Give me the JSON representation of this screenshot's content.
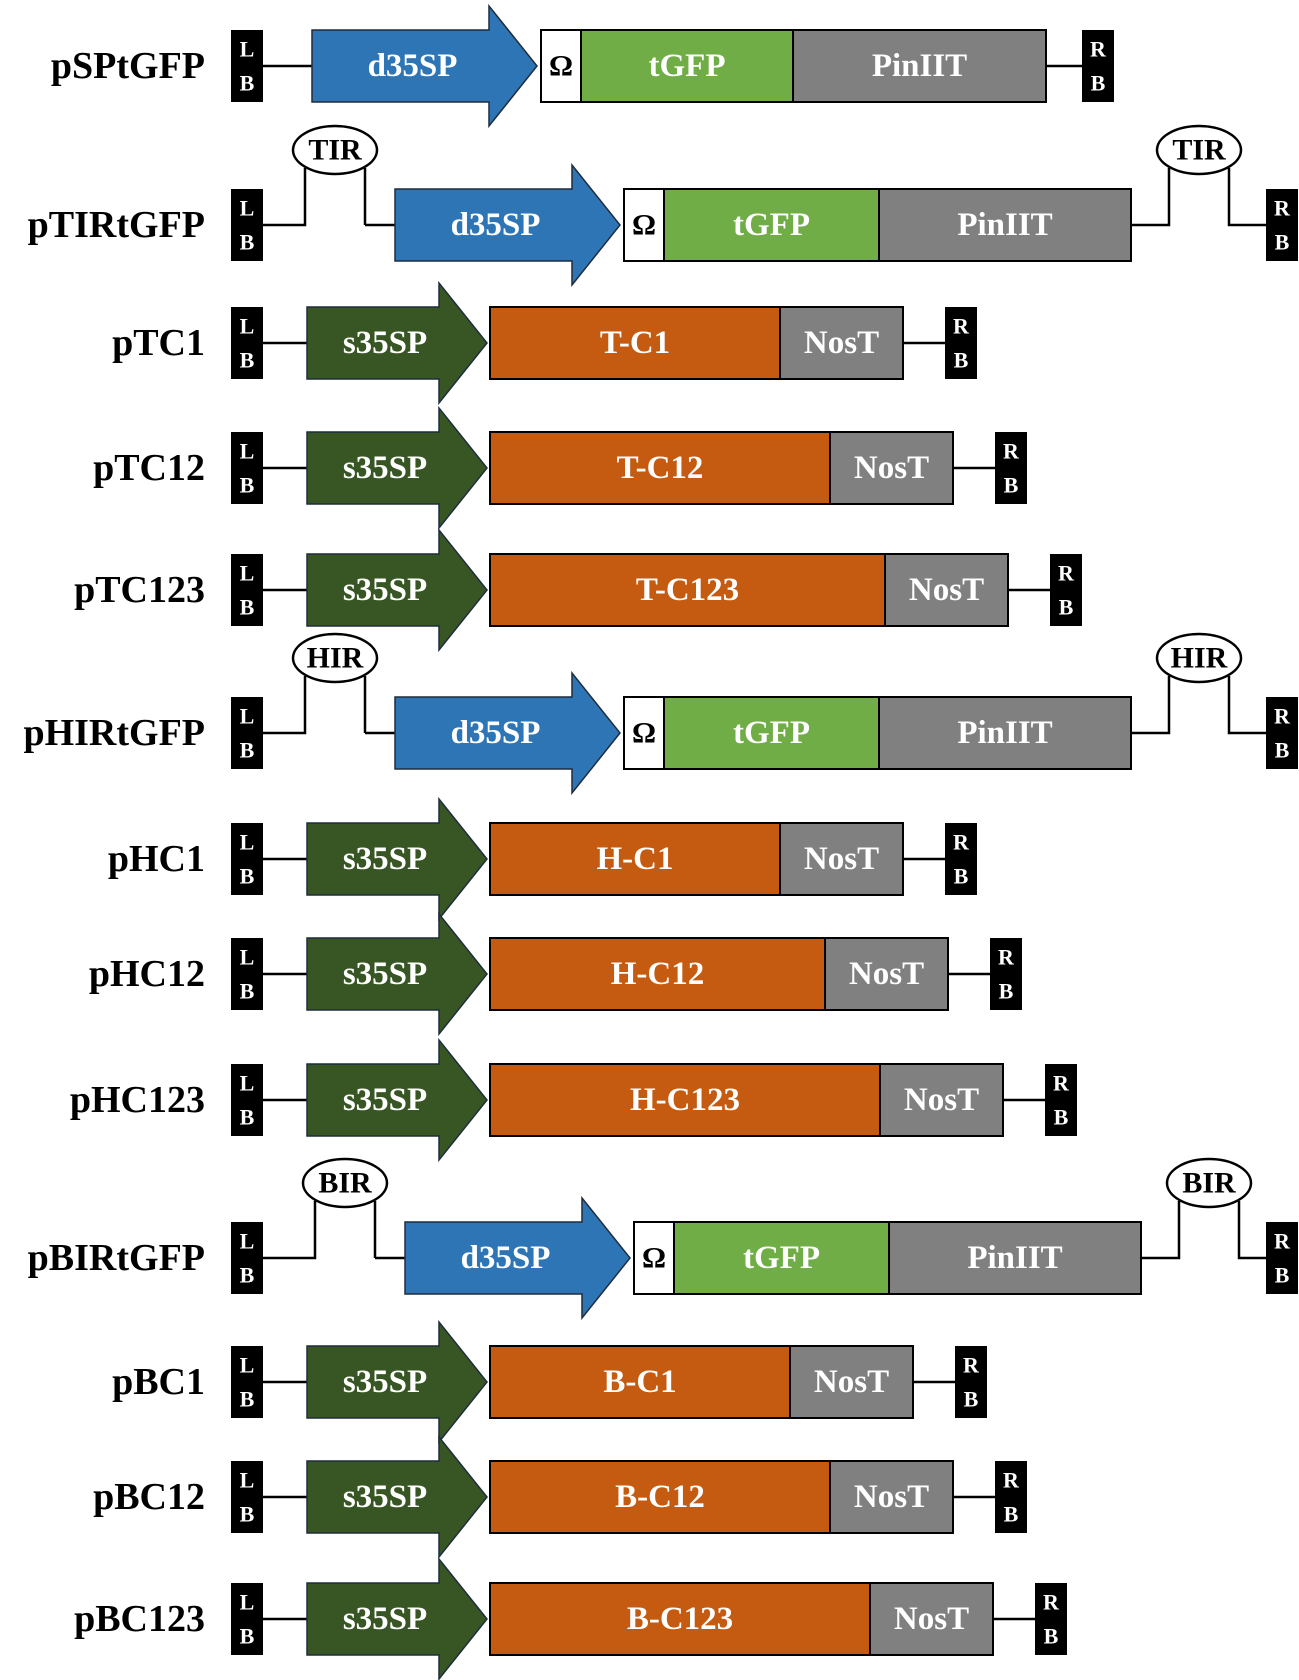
{
  "colors": {
    "d35SP": "#2e75b6",
    "s35SP": "#375623",
    "tGFP": "#70ad47",
    "coding": "#c55a11",
    "terminator": "#808080",
    "omega": "#ffffff",
    "border": "#000000",
    "label_light": "#ffffff",
    "label_dark": "#000000"
  },
  "constructs": [
    {
      "name": "pSPtGFP",
      "border_left": "L B",
      "border_right": "R B",
      "promoter": "d35SP",
      "omega": "Ω",
      "gene": "tGFP",
      "terminator": "PinIIT"
    },
    {
      "name": "pTIRtGFP",
      "border_left": "L B",
      "border_right": "R B",
      "insulator": "TIR",
      "promoter": "d35SP",
      "omega": "Ω",
      "gene": "tGFP",
      "terminator": "PinIIT"
    },
    {
      "name": "pTC1",
      "border_left": "L B",
      "border_right": "R B",
      "promoter": "s35SP",
      "gene": "T-C1",
      "terminator": "NosT"
    },
    {
      "name": "pTC12",
      "border_left": "L B",
      "border_right": "R B",
      "promoter": "s35SP",
      "gene": "T-C12",
      "terminator": "NosT"
    },
    {
      "name": "pTC123",
      "border_left": "L B",
      "border_right": "R B",
      "promoter": "s35SP",
      "gene": "T-C123",
      "terminator": "NosT"
    },
    {
      "name": "pHIRtGFP",
      "border_left": "L B",
      "border_right": "R B",
      "insulator": "HIR",
      "promoter": "d35SP",
      "omega": "Ω",
      "gene": "tGFP",
      "terminator": "PinIIT"
    },
    {
      "name": "pHC1",
      "border_left": "L B",
      "border_right": "R B",
      "promoter": "s35SP",
      "gene": "H-C1",
      "terminator": "NosT"
    },
    {
      "name": "pHC12",
      "border_left": "L B",
      "border_right": "R B",
      "promoter": "s35SP",
      "gene": "H-C12",
      "terminator": "NosT"
    },
    {
      "name": "pHC123",
      "border_left": "L B",
      "border_right": "R B",
      "promoter": "s35SP",
      "gene": "H-C123",
      "terminator": "NosT"
    },
    {
      "name": "pBIRtGFP",
      "border_left": "L B",
      "border_right": "R B",
      "insulator": "BIR",
      "promoter": "d35SP",
      "omega": "Ω",
      "gene": "tGFP",
      "terminator": "PinIIT"
    },
    {
      "name": "pBC1",
      "border_left": "L B",
      "border_right": "R B",
      "promoter": "s35SP",
      "gene": "B-C1",
      "terminator": "NosT"
    },
    {
      "name": "pBC12",
      "border_left": "L B",
      "border_right": "R B",
      "promoter": "s35SP",
      "gene": "B-C12",
      "terminator": "NosT"
    },
    {
      "name": "pBC123",
      "border_left": "L B",
      "border_right": "R B",
      "promoter": "s35SP",
      "gene": "B-C123",
      "terminator": "NosT"
    }
  ]
}
